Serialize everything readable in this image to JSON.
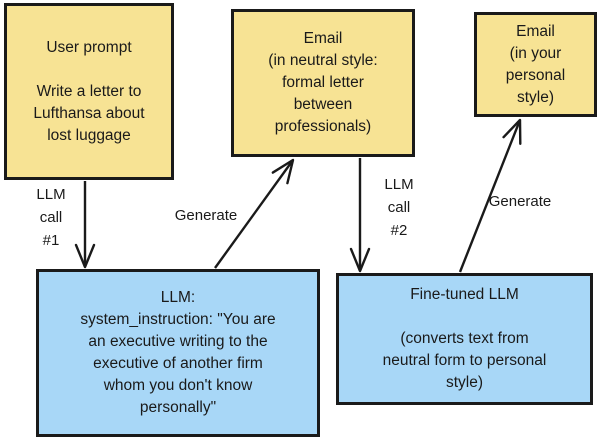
{
  "diagram": {
    "colors": {
      "box_yellow": "#f7e394",
      "box_blue": "#a8d7f7",
      "border": "#1a1a1a",
      "text": "#1a1a1a",
      "background": "#ffffff"
    },
    "nodes": {
      "user_prompt": {
        "text": "User prompt\n\nWrite a letter to\nLufthansa about\nlost luggage"
      },
      "email_neutral": {
        "text": "Email\n(in neutral style:\nformal letter\nbetween\nprofessionals)"
      },
      "email_personal": {
        "text": "Email\n(in your\npersonal\nstyle)"
      },
      "llm": {
        "text": "LLM:\nsystem_instruction: \"You are\nan executive writing to the\nexecutive of another firm\nwhom you don't know\npersonally\""
      },
      "fine_tuned_llm": {
        "text": "Fine-tuned LLM\n\n(converts text from\nneutral form to personal\nstyle)"
      }
    },
    "edges": {
      "llm_call_1": {
        "label": "LLM\ncall\n#1"
      },
      "generate_1": {
        "label": "Generate"
      },
      "llm_call_2": {
        "label": "LLM\ncall\n#2"
      },
      "generate_2": {
        "label": "Generate"
      }
    }
  }
}
